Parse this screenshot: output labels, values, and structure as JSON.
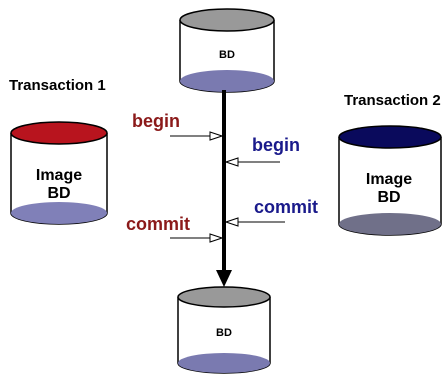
{
  "colors": {
    "background": "#ffffff",
    "top_db_lid": "#999999",
    "bottom_db_lid": "#999999",
    "db_content": "#7a7ab0",
    "transaction1_lid": "#b8141e",
    "transaction1_content": "#8080b8",
    "transaction2_lid": "#0a0a5c",
    "transaction2_content": "#707089",
    "transaction1_text": "#8b1a1a",
    "transaction2_text": "#1a1a8b",
    "timeline": "#000000"
  },
  "top_db": {
    "label": "BD"
  },
  "bottom_db": {
    "label": "BD"
  },
  "transaction1": {
    "title": "Transaction 1",
    "image_line1": "Image",
    "image_line2": "BD",
    "begin_label": "begin",
    "commit_label": "commit"
  },
  "transaction2": {
    "title": "Transaction 2",
    "image_line1": "Image",
    "image_line2": "BD",
    "begin_label": "begin",
    "commit_label": "commit"
  }
}
